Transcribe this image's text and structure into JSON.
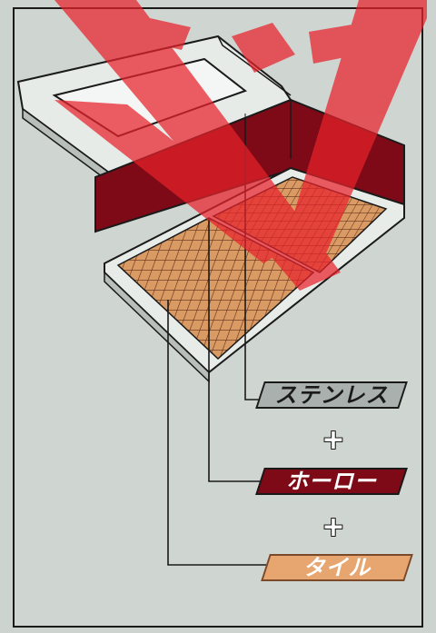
{
  "colors": {
    "background": "#cfd5d1",
    "wall_red": "#7d0a16",
    "tile_orange": "#d99a63",
    "stainless_gray": "#a9b0ad",
    "stamp_red": "#e8222b"
  },
  "labels": {
    "stainless": "ステンレス",
    "plus1": "+",
    "enamel": "ホーロー",
    "plus2": "+",
    "tile": "タイル"
  },
  "stamp": {
    "text": "ケンビ"
  }
}
